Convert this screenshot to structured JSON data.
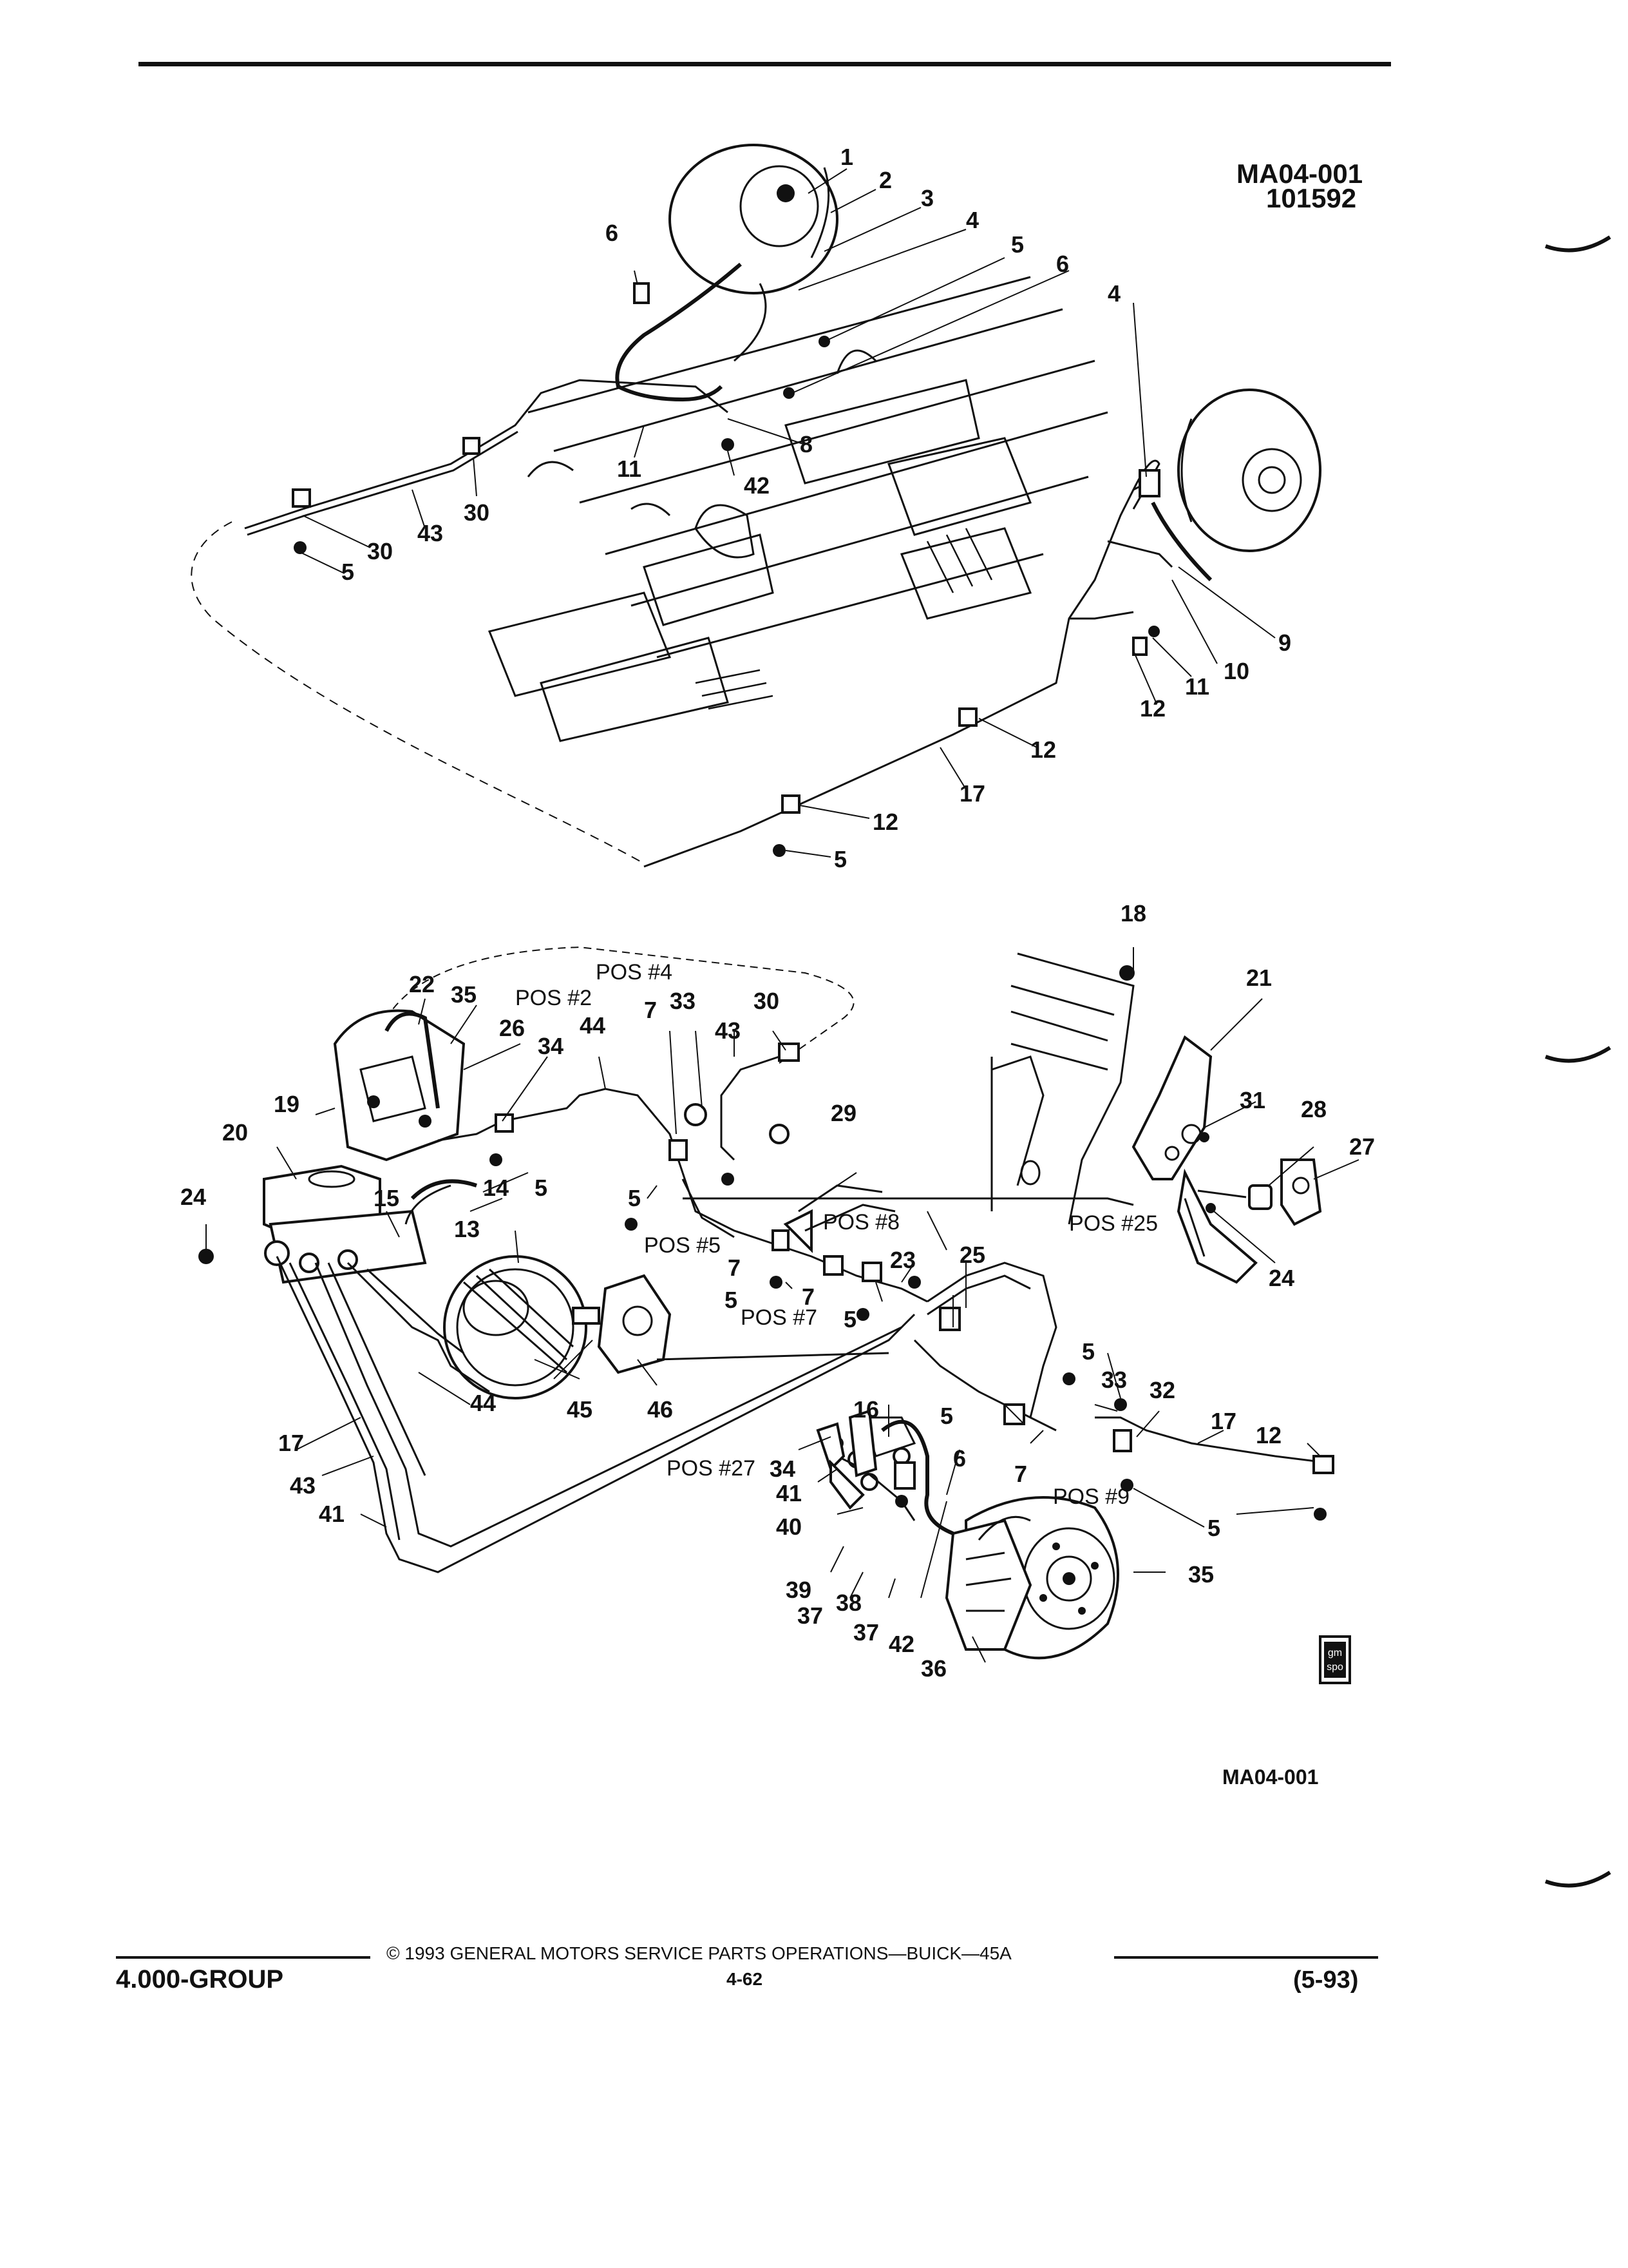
{
  "header": {
    "figure_code": "MA04-001",
    "figure_date": "101592"
  },
  "diagram": {
    "callouts_rear": [
      "1",
      "2",
      "3",
      "4",
      "5",
      "6",
      "6",
      "8",
      "11",
      "42",
      "30",
      "43",
      "30",
      "5",
      "4",
      "9",
      "10",
      "11",
      "12",
      "12",
      "17",
      "12",
      "5"
    ],
    "callouts_front": [
      "18",
      "21",
      "31",
      "28",
      "27",
      "24",
      "22",
      "35",
      "26",
      "34",
      "44",
      "7",
      "33",
      "30",
      "43",
      "19",
      "20",
      "24",
      "15",
      "14",
      "5",
      "5",
      "29",
      "13",
      "5",
      "7",
      "5",
      "7",
      "23",
      "25",
      "44",
      "45",
      "46",
      "17",
      "43",
      "41",
      "16",
      "34",
      "41",
      "40",
      "39",
      "37",
      "38",
      "37",
      "42",
      "5",
      "6",
      "7",
      "5",
      "33",
      "32",
      "17",
      "12",
      "5",
      "35",
      "36"
    ],
    "pos_labels": [
      "POS #4",
      "POS #2",
      "POS #5",
      "POS #8",
      "POS #25",
      "POS #7",
      "POS #27",
      "POS #9"
    ],
    "pos_numbers": [
      "24",
      "7",
      "7"
    ],
    "bottom_code": "MA04-001",
    "gm_badge_top": "gm",
    "gm_badge_bottom": "spo"
  },
  "footer": {
    "copyright": "© 1993 GENERAL MOTORS SERVICE PARTS OPERATIONS—BUICK—45A",
    "group": "4.000-GROUP",
    "page_number": "4-62",
    "date": "(5-93)"
  }
}
